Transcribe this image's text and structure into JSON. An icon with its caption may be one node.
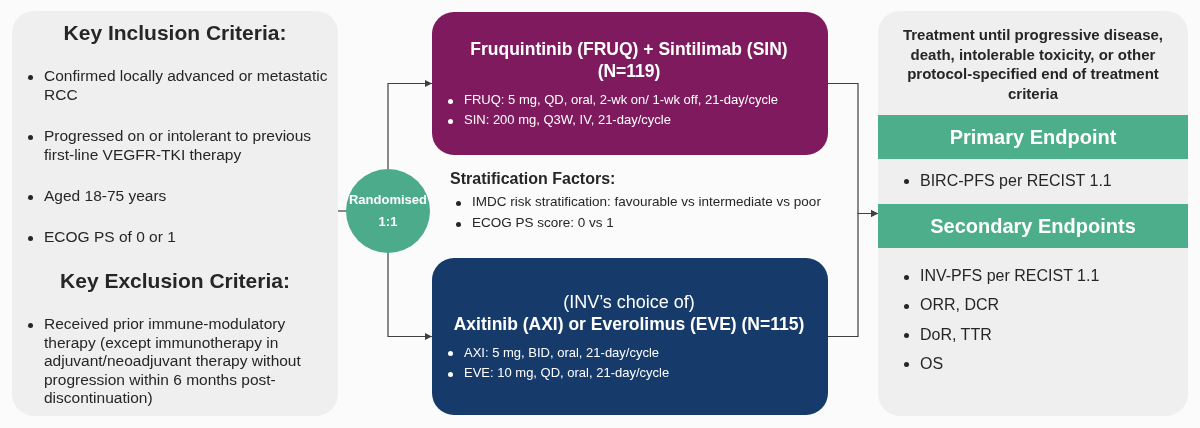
{
  "diagram": {
    "nodes": [
      {
        "text": [
          "Key Inclusion Criteria:",
          "Confirmed locally advanced or metastatic RCC",
          "Progressed on or intolerant to previous first-line VEGFR-TKI therapy",
          "Aged 18-75 years",
          "ECOG PS of 0 or 1",
          "Key Exclusion Criteria:",
          "Received prior immune-modulatory therapy (except immunotherapy in adjuvant/neoadjuvant therapy without progression within 6 months post-discontinuation)"
        ]
      },
      {
        "text": [
          "Randomised 1:1"
        ]
      },
      {
        "text": [
          "Fruquintinib (FRUQ) + Sintilimab (SIN) (N=119)",
          "FRUQ: 5 mg, QD, oral, 2-wk on/ 1-wk off, 21-day/cycle",
          "SIN: 200 mg, Q3W, IV, 21-day/cycle"
        ]
      },
      {
        "text": [
          "(INV’s choice of)",
          "Axitinib (AXI) or Everolimus (EVE) (N=115)",
          "AXI: 5 mg, BID, oral, 21-day/cycle",
          "EVE: 10 mg, QD, oral, 21-day/cycle"
        ]
      },
      {
        "text": [
          "Treatment until progressive disease, death, intolerable toxicity, or other protocol-specified end of treatment criteria",
          "BIRC-PFS per RECIST 1.1",
          "INV-PFS per RECIST 1.1",
          "ORR, DCR",
          "DoR, TTR",
          "OS"
        ]
      },
      {
        "text": [
          "Primary Endpoint"
        ],
        "in": 4
      },
      {
        "text": [
          "Secondary Endpoints"
        ],
        "in": 4
      }
    ],
    "edges": [
      {
        "from": 0,
        "to": 1,
        "arrow": "none"
      },
      {
        "from": 1,
        "to": 2,
        "arrow": "to"
      },
      {
        "from": 1,
        "to": 3,
        "arrow": "to"
      },
      {
        "from": 2,
        "to": 4,
        "arrow": "to"
      },
      {
        "from": 3,
        "to": 4,
        "arrow": "to"
      }
    ],
    "labels": [
      "Stratification Factors:",
      "IMDC risk stratification: favourable vs intermediate vs poor",
      "ECOG PS score: 0 vs 1"
    ]
  }
}
